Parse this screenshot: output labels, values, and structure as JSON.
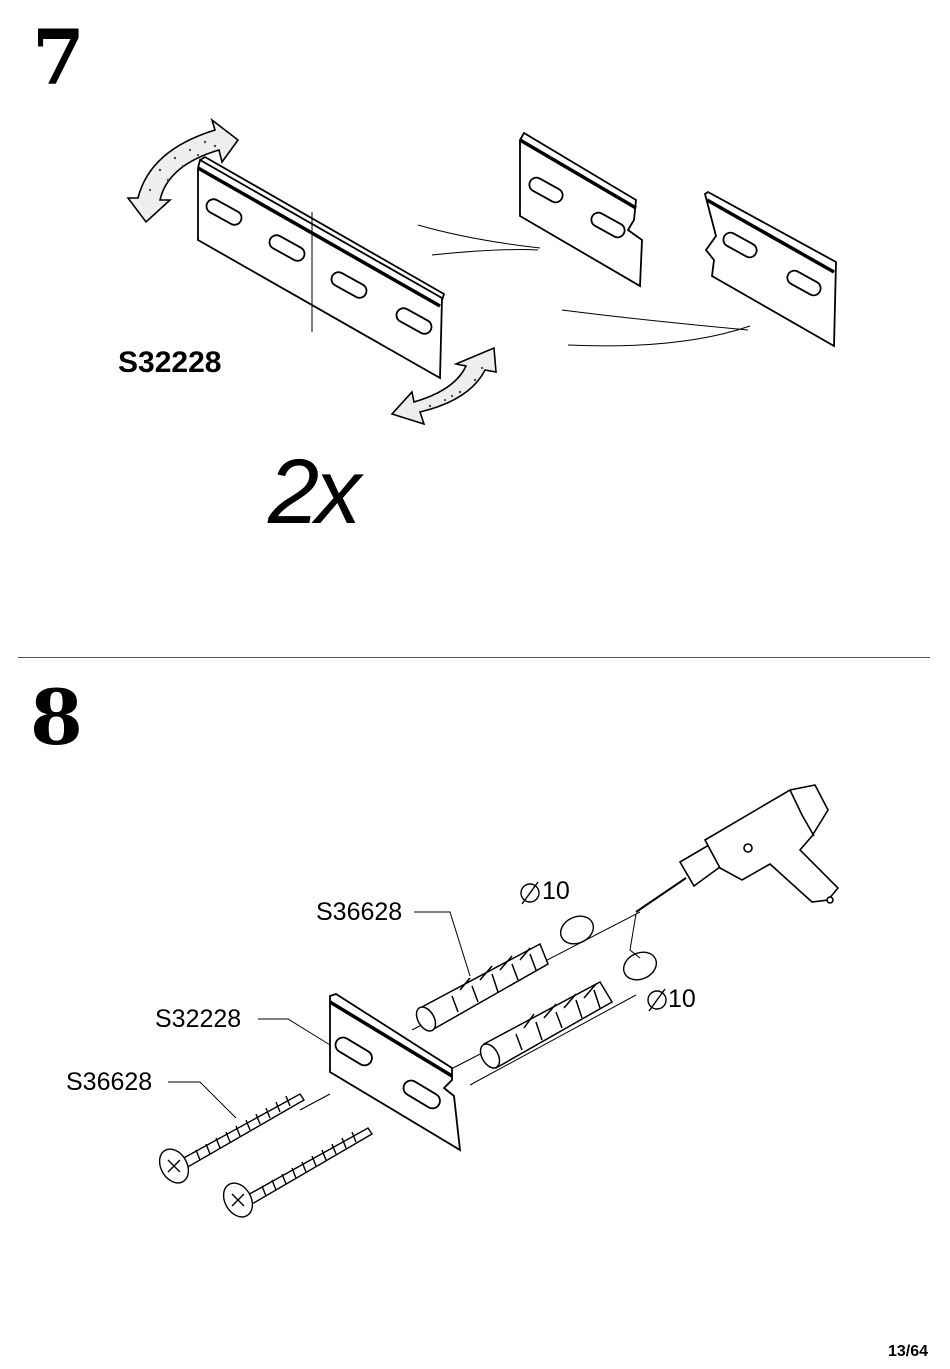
{
  "step7": {
    "number": "7",
    "part_code": "S32228",
    "quantity": "2x"
  },
  "step8": {
    "number": "8",
    "labels": {
      "dowel": "S36628",
      "bracket": "S32228",
      "screw": "S36628",
      "drill_diameter_1": "10",
      "drill_diameter_2": "10"
    },
    "icons": [
      "diameter-symbol",
      "drill",
      "wall-plug",
      "screw",
      "wall-bracket"
    ]
  },
  "footer": {
    "page": "13/64"
  }
}
